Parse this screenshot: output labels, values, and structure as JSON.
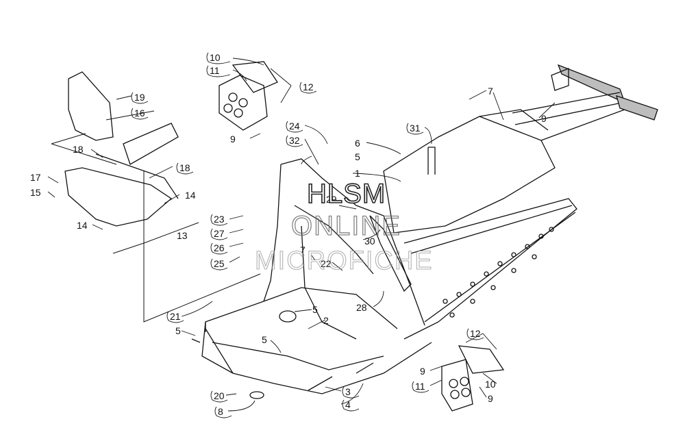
{
  "watermark": {
    "line1": "HLSM",
    "line2": "ONLINE",
    "line3": "MICROFICHE"
  },
  "callouts": [
    "10",
    "11",
    "12",
    "9",
    "19",
    "16",
    "18",
    "17",
    "15",
    "14",
    "13",
    "18",
    "14",
    "24",
    "32",
    "6",
    "5",
    "1",
    "31",
    "7",
    "9",
    "23",
    "27",
    "26",
    "25",
    "29",
    "7",
    "22",
    "30",
    "28",
    "21",
    "5",
    "2",
    "5",
    "5",
    "20",
    "8",
    "3",
    "4",
    "12",
    "9",
    "11",
    "10",
    "9"
  ]
}
